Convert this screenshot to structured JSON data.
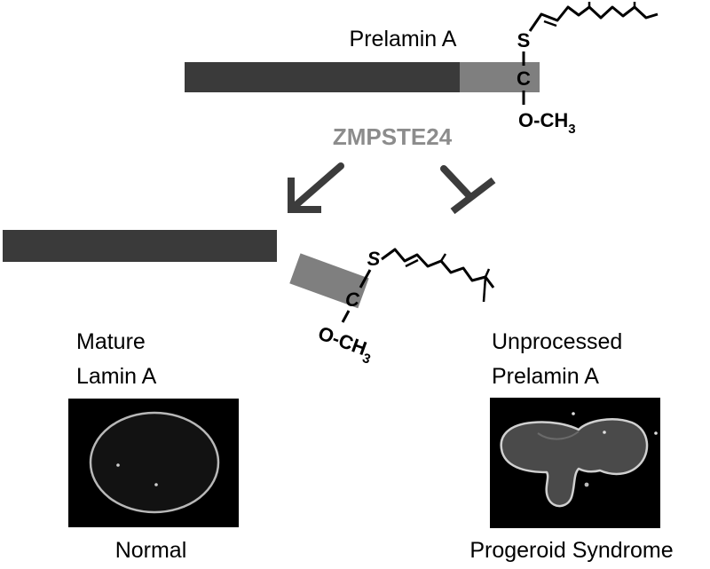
{
  "top": {
    "label": "Prelamin A",
    "s": "S",
    "c": "C",
    "methyl": "O-CH",
    "methyl_sub": "3"
  },
  "enzyme": {
    "label": "ZMPSTE24"
  },
  "cleaved": {
    "s": "S",
    "c": "C",
    "methyl": "O-CH",
    "methyl_sub": "3"
  },
  "left_panel": {
    "title_line1": "Mature",
    "title_line2": "Lamin A",
    "caption": "Normal"
  },
  "right_panel": {
    "title_line1": "Unprocessed",
    "title_line2": "Prelamin A",
    "caption": "Progeroid Syndrome"
  },
  "colors": {
    "dark_bar": "#3a3a3a",
    "light_bar": "#7f7f7f",
    "enzyme_text": "#8c8c8c",
    "arrow": "#3c3c3c",
    "micrograph_bg": "#000000"
  }
}
